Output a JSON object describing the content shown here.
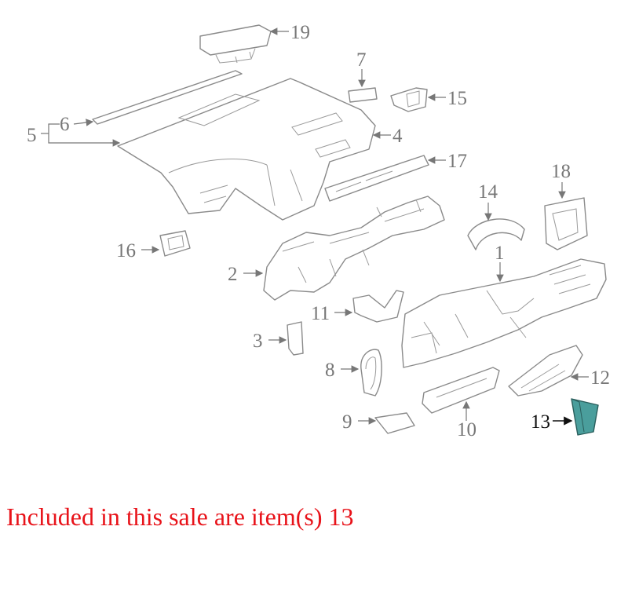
{
  "diagram": {
    "callouts": {
      "c1": "1",
      "c2": "2",
      "c3": "3",
      "c4": "4",
      "c5": "5",
      "c6": "6",
      "c7": "7",
      "c8": "8",
      "c9": "9",
      "c10": "10",
      "c11": "11",
      "c12": "12",
      "c13": "13",
      "c14": "14",
      "c15": "15",
      "c16": "16",
      "c17": "17",
      "c18": "18",
      "c19": "19"
    },
    "highlighted_part": "13",
    "colors": {
      "line_art": "#8a8a8a",
      "callout_text": "#777777",
      "highlight_fill": "#4a9e9c",
      "caption": "#e8131a"
    }
  },
  "caption": "Included in this sale are item(s) 13"
}
